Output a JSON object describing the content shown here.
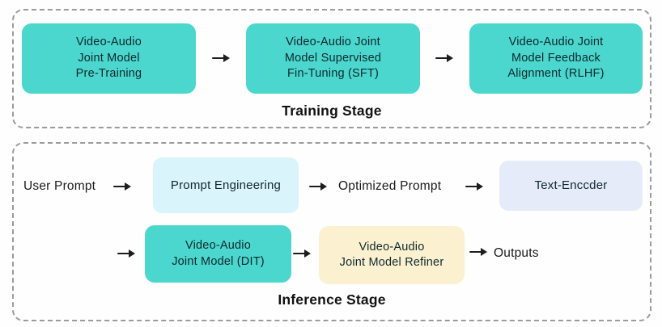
{
  "palette": {
    "teal": "#4BD7CE",
    "light_cyan": "#DAF4FB",
    "lavender": "#E6EBF9",
    "cream": "#FBF1D0",
    "container_border": "#9B9B9B",
    "arrow_color": "#1D1D1D",
    "box_text_color": "#0E282D",
    "label_text_color": "#1A1A1A"
  },
  "training_stage": {
    "title": "Training Stage",
    "boxes": [
      {
        "label": "Video-Audio\nJoint Model\nPre-Training"
      },
      {
        "label": "Video-Audio Joint\nModel Supervised\nFin-Tuning (SFT)"
      },
      {
        "label": "Video-Audio Joint\nModel Feedback\nAlignment (RLHF)"
      }
    ]
  },
  "inference_stage": {
    "title": "Inference Stage",
    "row1": {
      "user_prompt_label": "User Prompt",
      "prompt_engineering_label": "Prompt Engineering",
      "optimized_prompt_label": "Optimized Prompt",
      "text_encoder_label": "Text-Enccder"
    },
    "row2": {
      "dit_label": "Video-Audio\nJoint Model (DIT)",
      "refiner_label": "Video-Audio\nJoint Model Refiner",
      "outputs_label": "Outputs"
    }
  }
}
